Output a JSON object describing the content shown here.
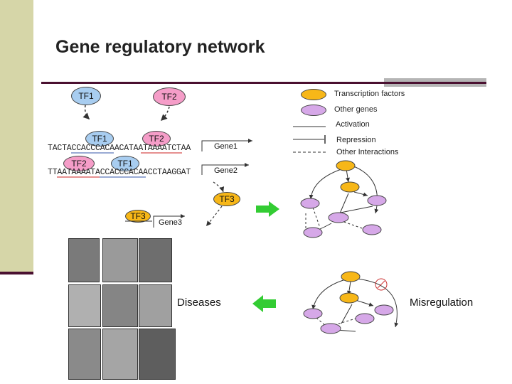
{
  "title": "Gene regulatory network",
  "legend": {
    "transcription_factors": "Transcription factors",
    "other_genes": "Other genes",
    "activation": "Activation",
    "repression": "Repression",
    "other_interactions": "Other Interactions"
  },
  "factors": {
    "tf1": "TF1",
    "tf2": "TF2",
    "tf3": "TF3"
  },
  "sequences": {
    "seq1": "TACTACCACCCACAACATAATAAAATCTAA",
    "seq2": "TTAATAAAATACCACCCACAACCTAAGGAT"
  },
  "genes": {
    "gene1": "Gene1",
    "gene2": "Gene2",
    "gene3": "Gene3"
  },
  "labels": {
    "diseases": "Diseases",
    "misregulation": "Misregulation"
  },
  "colors": {
    "transcription_factor": "#f7b718",
    "other_gene": "#d6a8e8",
    "tf1": "#a8cdf0",
    "tf2": "#f59dc8",
    "arrow": "#33cc33"
  }
}
